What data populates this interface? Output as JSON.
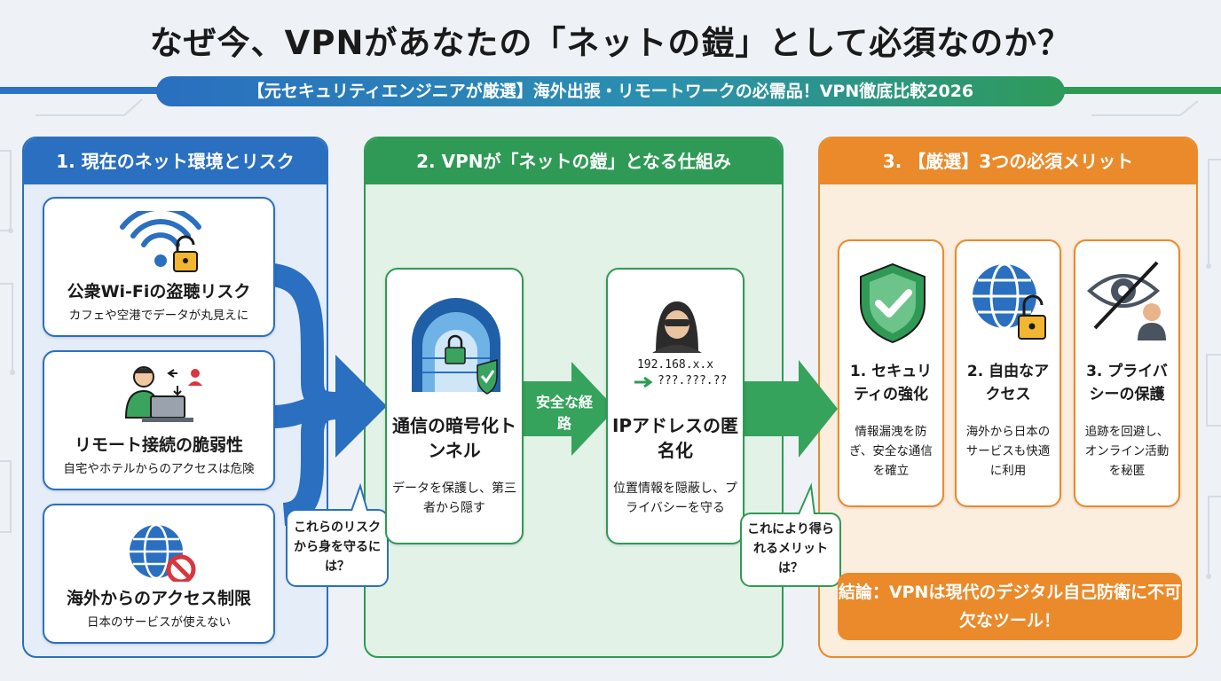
{
  "title": "なぜ今、VPNがあなたの「ネットの鎧」として必須なのか？",
  "subtitle": "【元セキュリティエンジニアが厳選】海外出張・リモートワークの必需品！VPN徹底比較2026",
  "colors": {
    "blue": "#2a6fc0",
    "green": "#2f9a55",
    "orange": "#ea8a2a"
  },
  "panel1": {
    "heading": "1. 現在のネット環境とリスク",
    "risks": [
      {
        "icon": "wifi-lock-icon",
        "title": "公衆Wi-Fiの盗聴リスク",
        "desc": "カフェや空港でデータが丸見えに"
      },
      {
        "icon": "remote-worker-icon",
        "title": "リモート接続の脆弱性",
        "desc": "自宅やホテルからのアクセスは危険"
      },
      {
        "icon": "globe-blocked-icon",
        "title": "海外からのアクセス制限",
        "desc": "日本のサービスが使えない"
      }
    ],
    "bubble": "これらのリスクから身を守るには？"
  },
  "panel2": {
    "heading": "2. VPNが「ネットの鎧」となる仕組み",
    "tunnel": {
      "icon": "encrypted-tunnel-icon",
      "title": "通信の暗号化トンネル",
      "desc": "データを保護し、第三者から隠す"
    },
    "route_label": "安全な経路",
    "anon": {
      "icon": "anonymous-hacker-icon",
      "ip_before": "192.168.x.x",
      "ip_after": "???.???.??",
      "title": "IPアドレスの匿名化",
      "desc": "位置情報を隠蔽し、プライバシーを守る"
    },
    "bubble": "これにより得られるメリットは？"
  },
  "panel3": {
    "heading": "3. 【厳選】3つの必須メリット",
    "benefits": [
      {
        "icon": "shield-check-icon",
        "title": "1. セキュリティの強化",
        "desc": "情報漏洩を防ぎ、安全な通信を確立"
      },
      {
        "icon": "globe-unlock-icon",
        "title": "2. 自由なアクセス",
        "desc": "海外から日本のサービスも快適に利用"
      },
      {
        "icon": "privacy-eye-icon",
        "title": "3. プライバシーの保護",
        "desc": "追跡を回避し、オンライン活動を秘匿"
      }
    ],
    "conclusion": "結論：VPNは現代のデジタル自己防衛に不可欠なツール！"
  }
}
